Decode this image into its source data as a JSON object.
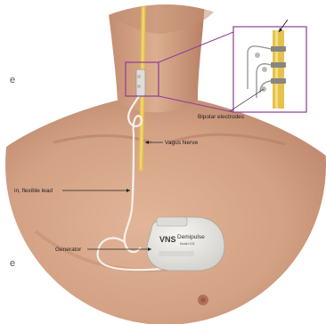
{
  "labels": {
    "bipolar_electrodes": "Bipolar electrodes",
    "vagus_nerve": "Vagus Nerve",
    "lead": "in, flexible lead",
    "generator": "Generator"
  },
  "device": {
    "logo": "VNS",
    "name": "Demipulse",
    "model": "Model 103"
  },
  "edge_fragments": [
    "e",
    "e"
  ],
  "colors": {
    "skin": "#d8ab8c",
    "skin_shadow": "#b98268",
    "nerve": "#e6c24a",
    "callout_box": "#8e3c96",
    "generator": "#ecebe8",
    "lead": "#f4f1ec"
  }
}
